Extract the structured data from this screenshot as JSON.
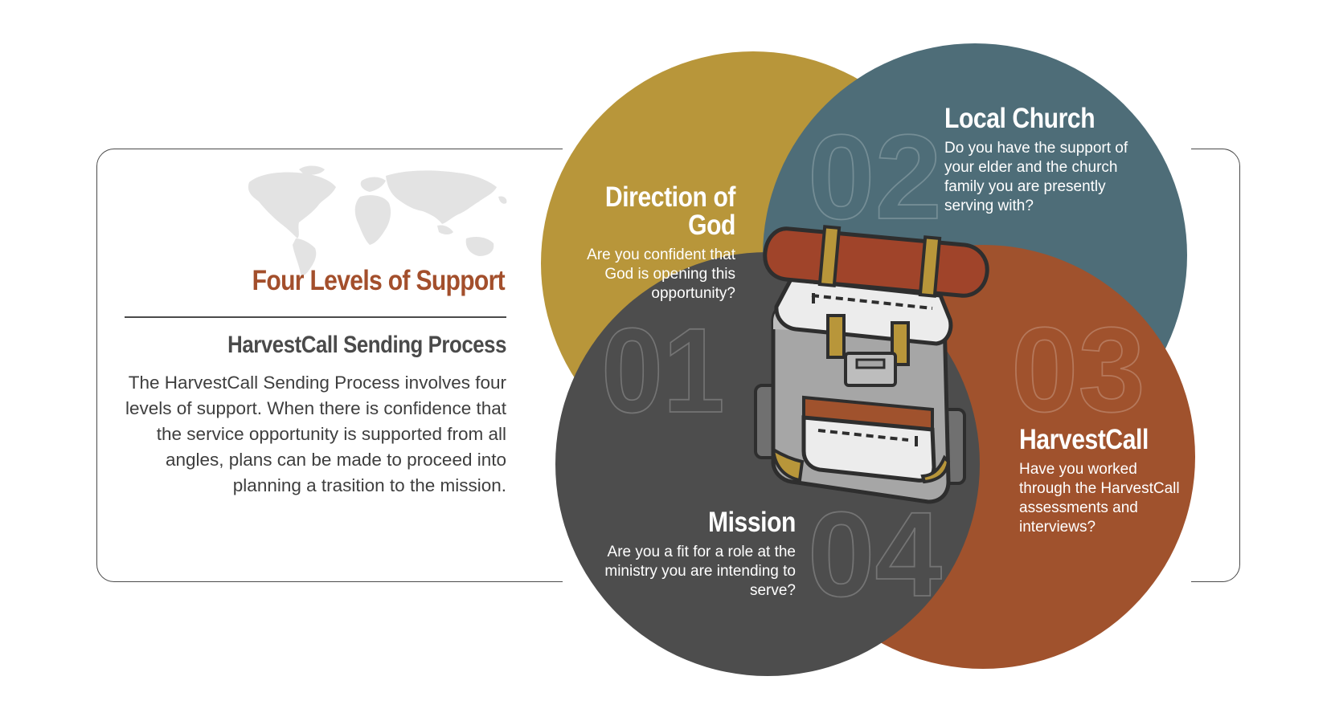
{
  "heading": {
    "title": "Four Levels of Support",
    "subtitle": "HarvestCall Sending Process",
    "description": "The HarvestCall Sending Process involves four levels of support. When there is confidence that the service opportunity is supported from all angles, plans can be made to proceed into planning a trasition to the mission."
  },
  "levels": [
    {
      "number": "01",
      "title": "Direction of God",
      "question": "Are you confident that God is opening this opportunity?",
      "color": "#b8963a"
    },
    {
      "number": "02",
      "title": "Local Church",
      "question": "Do you have the support of your elder and the church family you are presently serving with?",
      "color": "#4e6d78"
    },
    {
      "number": "03",
      "title": "HarvestCall",
      "question": "Have you worked through the HarvestCall assessments and interviews?",
      "color": "#a0522d"
    },
    {
      "number": "04",
      "title": "Mission",
      "question": "Are you a fit for a role at the ministry you are intending to serve?",
      "color": "#4d4d4d"
    }
  ],
  "icons": [
    "world-map-icon",
    "backpack-icon"
  ]
}
